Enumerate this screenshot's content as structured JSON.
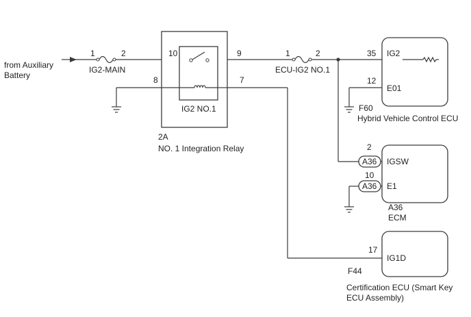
{
  "source": {
    "line1": "from Auxiliary",
    "line2": "Battery"
  },
  "fuse_main": {
    "label": "IG2-MAIN",
    "pin_in": "1",
    "pin_out": "2"
  },
  "relay": {
    "label": "IG2 NO.1",
    "code": "2A",
    "name": "NO. 1 Integration Relay",
    "pins": {
      "in": "10",
      "out": "9",
      "coil_a": "8",
      "coil_b": "7"
    }
  },
  "fuse_ecu": {
    "label": "ECU-IG2 NO.1",
    "pin_in": "1",
    "pin_out": "2"
  },
  "hv_ecu": {
    "code": "F60",
    "name": "Hybrid Vehicle Control ECU",
    "terminals": [
      {
        "pin": "35",
        "name": "IG2"
      },
      {
        "pin": "12",
        "name": "E01"
      }
    ]
  },
  "ecm": {
    "code": "A36",
    "name": "ECM",
    "terminals": [
      {
        "pin": "2",
        "connector": "A36",
        "name": "IGSW"
      },
      {
        "pin": "10",
        "connector": "A36",
        "name": "E1"
      }
    ]
  },
  "cert_ecu": {
    "code": "F44",
    "name_line1": "Certification ECU (Smart Key",
    "name_line2": "ECU Assembly)",
    "terminals": [
      {
        "pin": "17",
        "name": "IG1D"
      }
    ]
  },
  "colors": {
    "line": "#3a3a3a",
    "text": "#222222"
  }
}
